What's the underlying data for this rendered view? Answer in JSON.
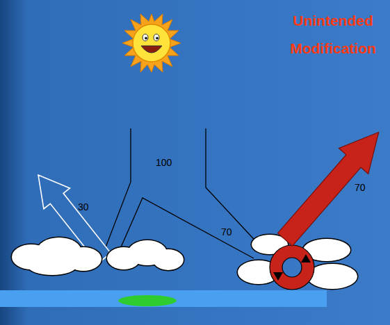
{
  "diagram": {
    "title": "Unintended Modification",
    "labels": [
      "100",
      "30",
      "70",
      "70"
    ]
  }
}
